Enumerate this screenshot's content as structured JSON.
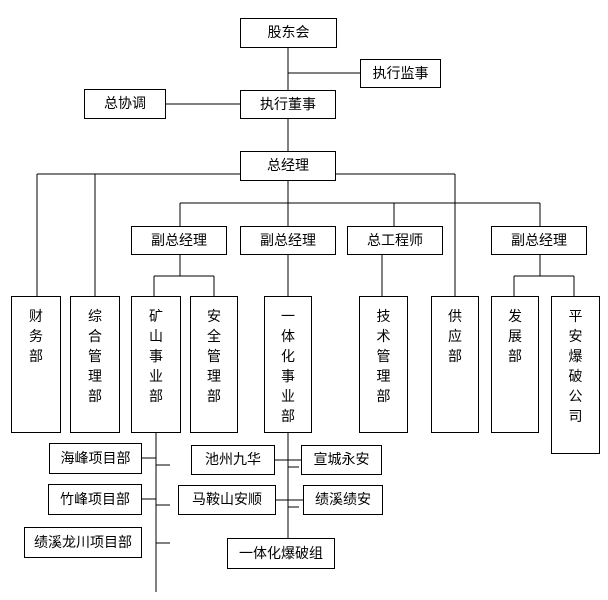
{
  "nodes": {
    "shareholders": "股东会",
    "supervisor": "执行监事",
    "coordinator": "总协调",
    "director": "执行董事",
    "gm": "总经理",
    "vgm1": "副总经理",
    "vgm2": "副总经理",
    "chief_engineer": "总工程师",
    "vgm3": "副总经理",
    "finance": "财务部",
    "admin": "综合管理部",
    "mining": "矿山事业部",
    "safety": "安全管理部",
    "integration_div": "一体化事业部",
    "tech": "技术管理部",
    "supply": "供应部",
    "development": "发展部",
    "pingan": "平安爆破公司",
    "haifeng": "海峰项目部",
    "zhufeng": "竹峰项目部",
    "jixi_longchuan": "绩溪龙川项目部",
    "chizhou": "池州九华",
    "xuancheng": "宣城永安",
    "maanshan": "马鞍山安顺",
    "jixi_jian": "绩溪绩安",
    "blasting_group": "一体化爆破组"
  }
}
